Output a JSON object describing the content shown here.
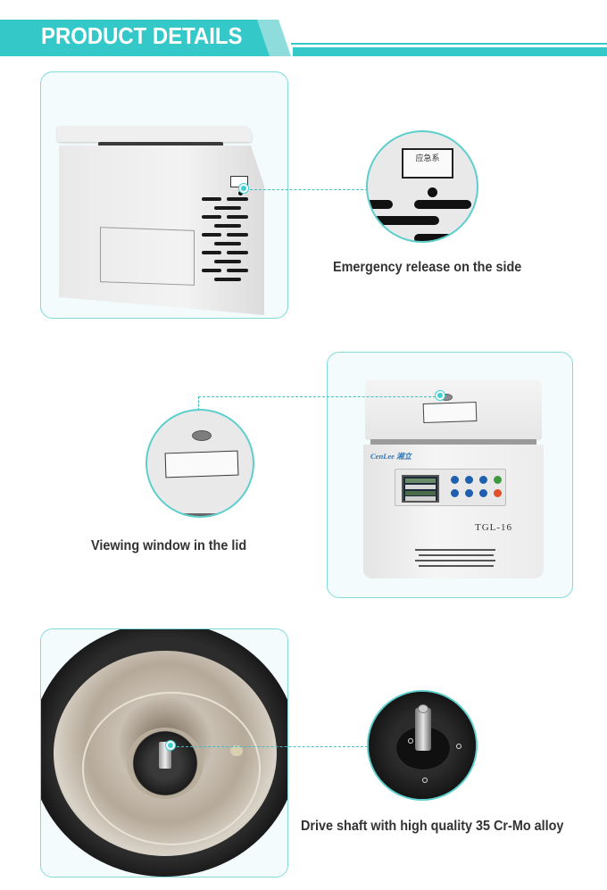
{
  "header": {
    "title": "PRODUCT DETAILS",
    "accent_color": "#35c8c9"
  },
  "sections": [
    {
      "caption": "Emergency release on the side",
      "zoom_label_text": "应急系"
    },
    {
      "caption": "Viewing window in the lid",
      "device": {
        "brand": "CenLee 湘立",
        "model": "TGL-16"
      }
    },
    {
      "caption": "Drive shaft with high quality 35 Cr-Mo alloy"
    }
  ]
}
